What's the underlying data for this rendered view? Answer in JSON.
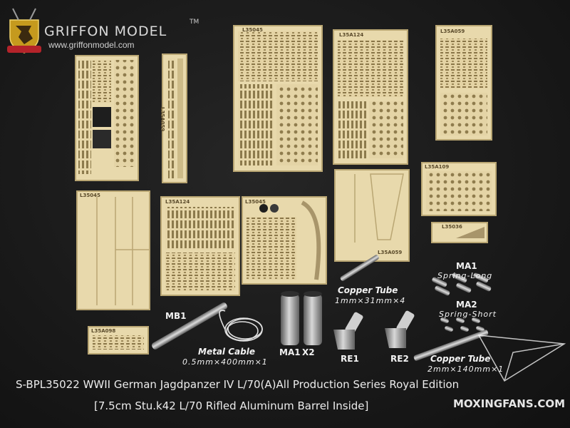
{
  "brand": {
    "name": "GRIFFON MODEL",
    "trademark": "TM",
    "url": "www.griffonmodel.com"
  },
  "frets": [
    "L35A059",
    "L35045",
    "L35A124",
    "L35A059",
    "L35045",
    "L35A124",
    "L35045",
    "L35A059",
    "L35A109",
    "L35036",
    "L35A098"
  ],
  "labels": {
    "mb1": "MB1",
    "metal_cable": "Metal Cable",
    "metal_cable_spec": "0.5mm×400mm×1",
    "ma1_x2_a": "MA1",
    "ma1_x2_b": "X2",
    "copper_tube_1": "Copper Tube",
    "copper_tube_1_spec": "1mm×31mm×4",
    "re1": "RE1",
    "re2": "RE2",
    "ma1": "MA1",
    "ma1_spec": "Spring-Long",
    "ma2": "MA2",
    "ma2_spec": "Spring-Short",
    "copper_tube_2": "Copper Tube",
    "copper_tube_2_spec": "2mm×140mm×1"
  },
  "product": {
    "title": "S-BPL35022   WWII German Jagdpanzer IV L/70(A)All Production Series      Royal Edition",
    "subtitle": "[7.5cm Stu.k42 L/70 Rifled Aluminum Barrel Inside]"
  },
  "watermark": "MOXINGFANS.COM"
}
